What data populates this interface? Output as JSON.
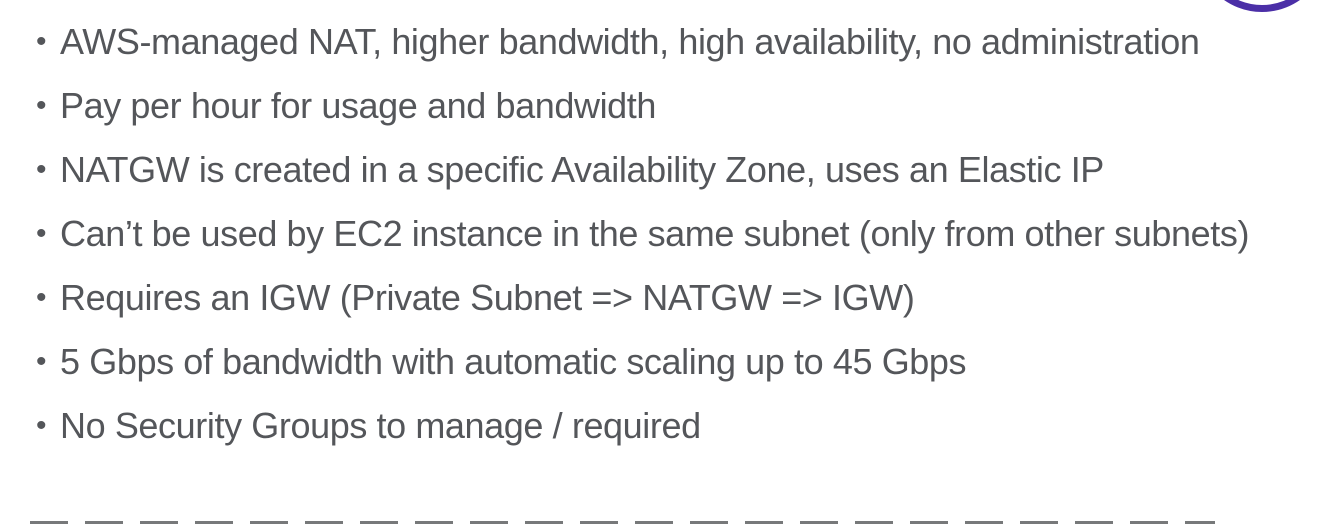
{
  "slide": {
    "bullet_glyph": "•",
    "bullets": [
      {
        "text": "AWS-managed NAT, higher bandwidth, high availability, no administration"
      },
      {
        "text": "Pay per hour for usage and bandwidth"
      },
      {
        "text": "NATGW is created in a specific Availability Zone, uses an Elastic IP"
      },
      {
        "text": "Can’t be used by EC2 instance in the same subnet (only from other subnets)"
      },
      {
        "text": "Requires an IGW (Private Subnet => NATGW => IGW)"
      },
      {
        "text": "5 Gbps of bandwidth with automatic scaling up to 45 Gbps"
      },
      {
        "text": "No Security Groups to manage / required"
      }
    ],
    "colors": {
      "text": "#54565a",
      "arc": "#4b2fa7",
      "background": "#ffffff",
      "cropped_strip": "#5f6163"
    }
  }
}
